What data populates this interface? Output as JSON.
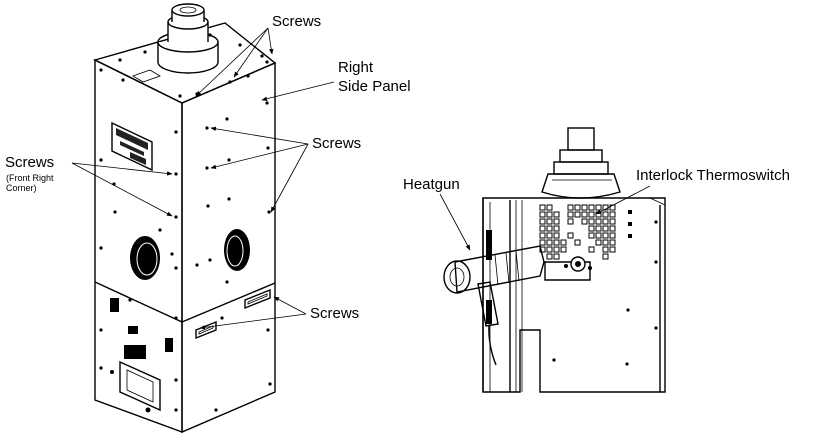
{
  "callouts": {
    "screws_top": "Screws",
    "right_side_panel_line1": "Right",
    "right_side_panel_line2": "Side Panel",
    "screws_right": "Screws",
    "screws_left": "Screws",
    "front_right_corner_line1": "(Front Right",
    "front_right_corner_line2": "Corner)",
    "screws_bottom": "Screws",
    "heatgun": "Heatgun",
    "interlock_thermoswitch": "Interlock Thermoswitch"
  }
}
